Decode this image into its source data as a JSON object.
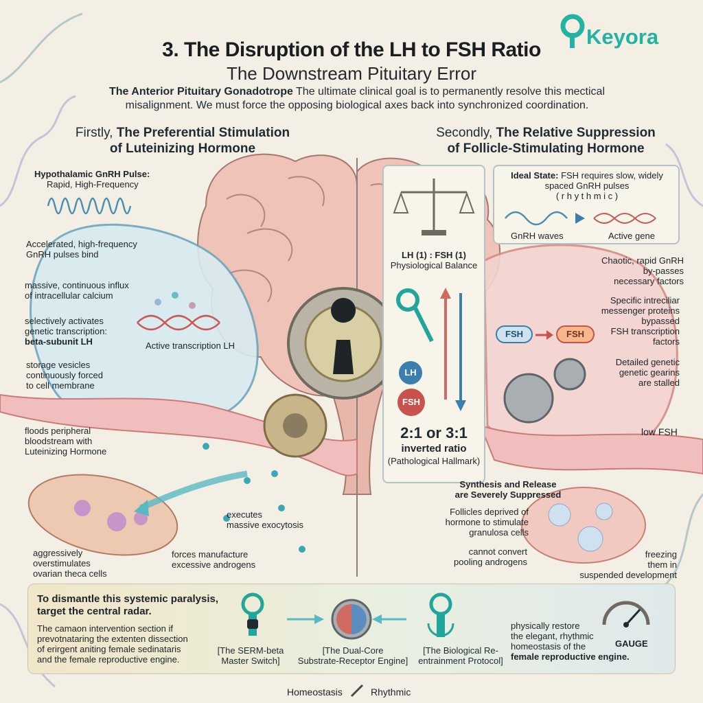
{
  "header": {
    "title": "3. The Disruption of the LH to FSH Ratio",
    "subtitle": "The Downstream Pituitary Error",
    "intro_bold": "The Anterior Pituitary Gonadotrope",
    "intro_text": " The ultimate clinical goal is to permanently resolve this mectical misalignment. We must force the opposing biological axes back into synchronized coordination."
  },
  "logo": {
    "text": "Keyora",
    "color": "#22b3a3"
  },
  "left": {
    "heading_prefix": "Firstly, ",
    "heading_bold_1": "The Preferential Stimulation",
    "heading_bold_2": "of Luteinizing Hormone",
    "pulse_title": "Hypothalamic GnRH Pulse:",
    "pulse_sub": "Rapid, High-Frequency",
    "bind_1": "Accelerated, high-frequency",
    "bind_2": "GnRH pulses bind",
    "calcium_1": "massive, continuous influx",
    "calcium_2": "of intracellular calcium",
    "activates_1": "selectively activates",
    "activates_2": "genetic transcription:",
    "activates_3": "beta-subunit LH",
    "transcription": "Active transcription LH",
    "vesicles_1": "storage vesicles",
    "vesicles_2": "continuously forced",
    "vesicles_3": "to cell membrane",
    "floods_1": "floods peripheral",
    "floods_2": "bloodstream with",
    "floods_3": "Luteinizing Hormone",
    "exocytosis_1": "executes",
    "exocytosis_2": "massive exocytosis",
    "ovary_1": "aggressively",
    "ovary_2": "overstimulates",
    "ovary_3": "ovarian theca cells",
    "androgens_1": "forces manufacture",
    "androgens_2": "excessive androgens"
  },
  "center": {
    "balance_1": "LH (1) : FSH (1)",
    "balance_2": "Physiological Balance",
    "lh": "LH",
    "fsh": "FSH",
    "ratio": "2:1 or 3:1",
    "inverted": "inverted ratio",
    "hallmark": "(Pathological Hallmark)"
  },
  "right": {
    "heading_prefix": "Secondly, ",
    "heading_bold_1": "The Relative Suppression",
    "heading_bold_2": "of Follicle-Stimulating Hormone",
    "ideal_bold": "Ideal State:",
    "ideal_text": " FSH requires slow, widely",
    "ideal_text_2": "spaced GnRH pulses",
    "rhythmic": "( r h y t h m i c )",
    "gnrh_waves": "GnRH waves",
    "active_gene": "Active gene",
    "chaotic_1": "Chaotic, rapid GnRH",
    "chaotic_2": "by-passes",
    "chaotic_3": "necessary factors",
    "messenger_1": "Specific intreciliar",
    "messenger_2": "messenger proteins",
    "messenger_3": "bypassed",
    "messenger_4": "FSH transcription",
    "messenger_5": "factors",
    "fsh_a": "FSH",
    "fsh_b": "FSH",
    "gearins_1": "Detailed genetic",
    "gearins_2": "genetic gearins",
    "gearins_3": "are stalled",
    "low_fsh": "low FSH",
    "synth_1": "Synthesis and Release",
    "synth_2": "are Severely Suppressed",
    "follicles_1": "Follicles deprived of",
    "follicles_2": "hormone to stimulate",
    "follicles_3": "granulosa cells",
    "convert_1": "cannot convert",
    "convert_2": "pooling androgens",
    "freezing_1": "freezing",
    "freezing_2": "them in",
    "freezing_3": "suspended development"
  },
  "banner": {
    "heading_1": "To dismantle this systemic paralysis,",
    "heading_2": "target the central radar.",
    "body_1": "The camaon intervention section if",
    "body_2": "prevotnataring the extenten dissection",
    "body_3": "of erirgent aniting female sedinataris",
    "body_4": "and the female reproductive engine.",
    "serm_1": "[The SERM-beta",
    "serm_2": "Master Switch]",
    "dual_1": "[The Dual-Core",
    "dual_2": "Substrate-Receptor Engine]",
    "bio_1": "[The Biological Re-",
    "bio_2": "entrainment Protocol]",
    "restore_1": "physically restore",
    "restore_2": "the elegant, rhythmic",
    "restore_3": "homeostasis of the",
    "restore_4": "female reproductive engine.",
    "gauge": "GAUGE"
  },
  "footer": {
    "homeostasis": "Homeostasis",
    "rhythmic": "Rhythmic"
  },
  "colors": {
    "teal": "#22b3a3",
    "lh_blue": "#3c7fae",
    "fsh_red": "#c9534c",
    "background": "#f3efe4"
  }
}
